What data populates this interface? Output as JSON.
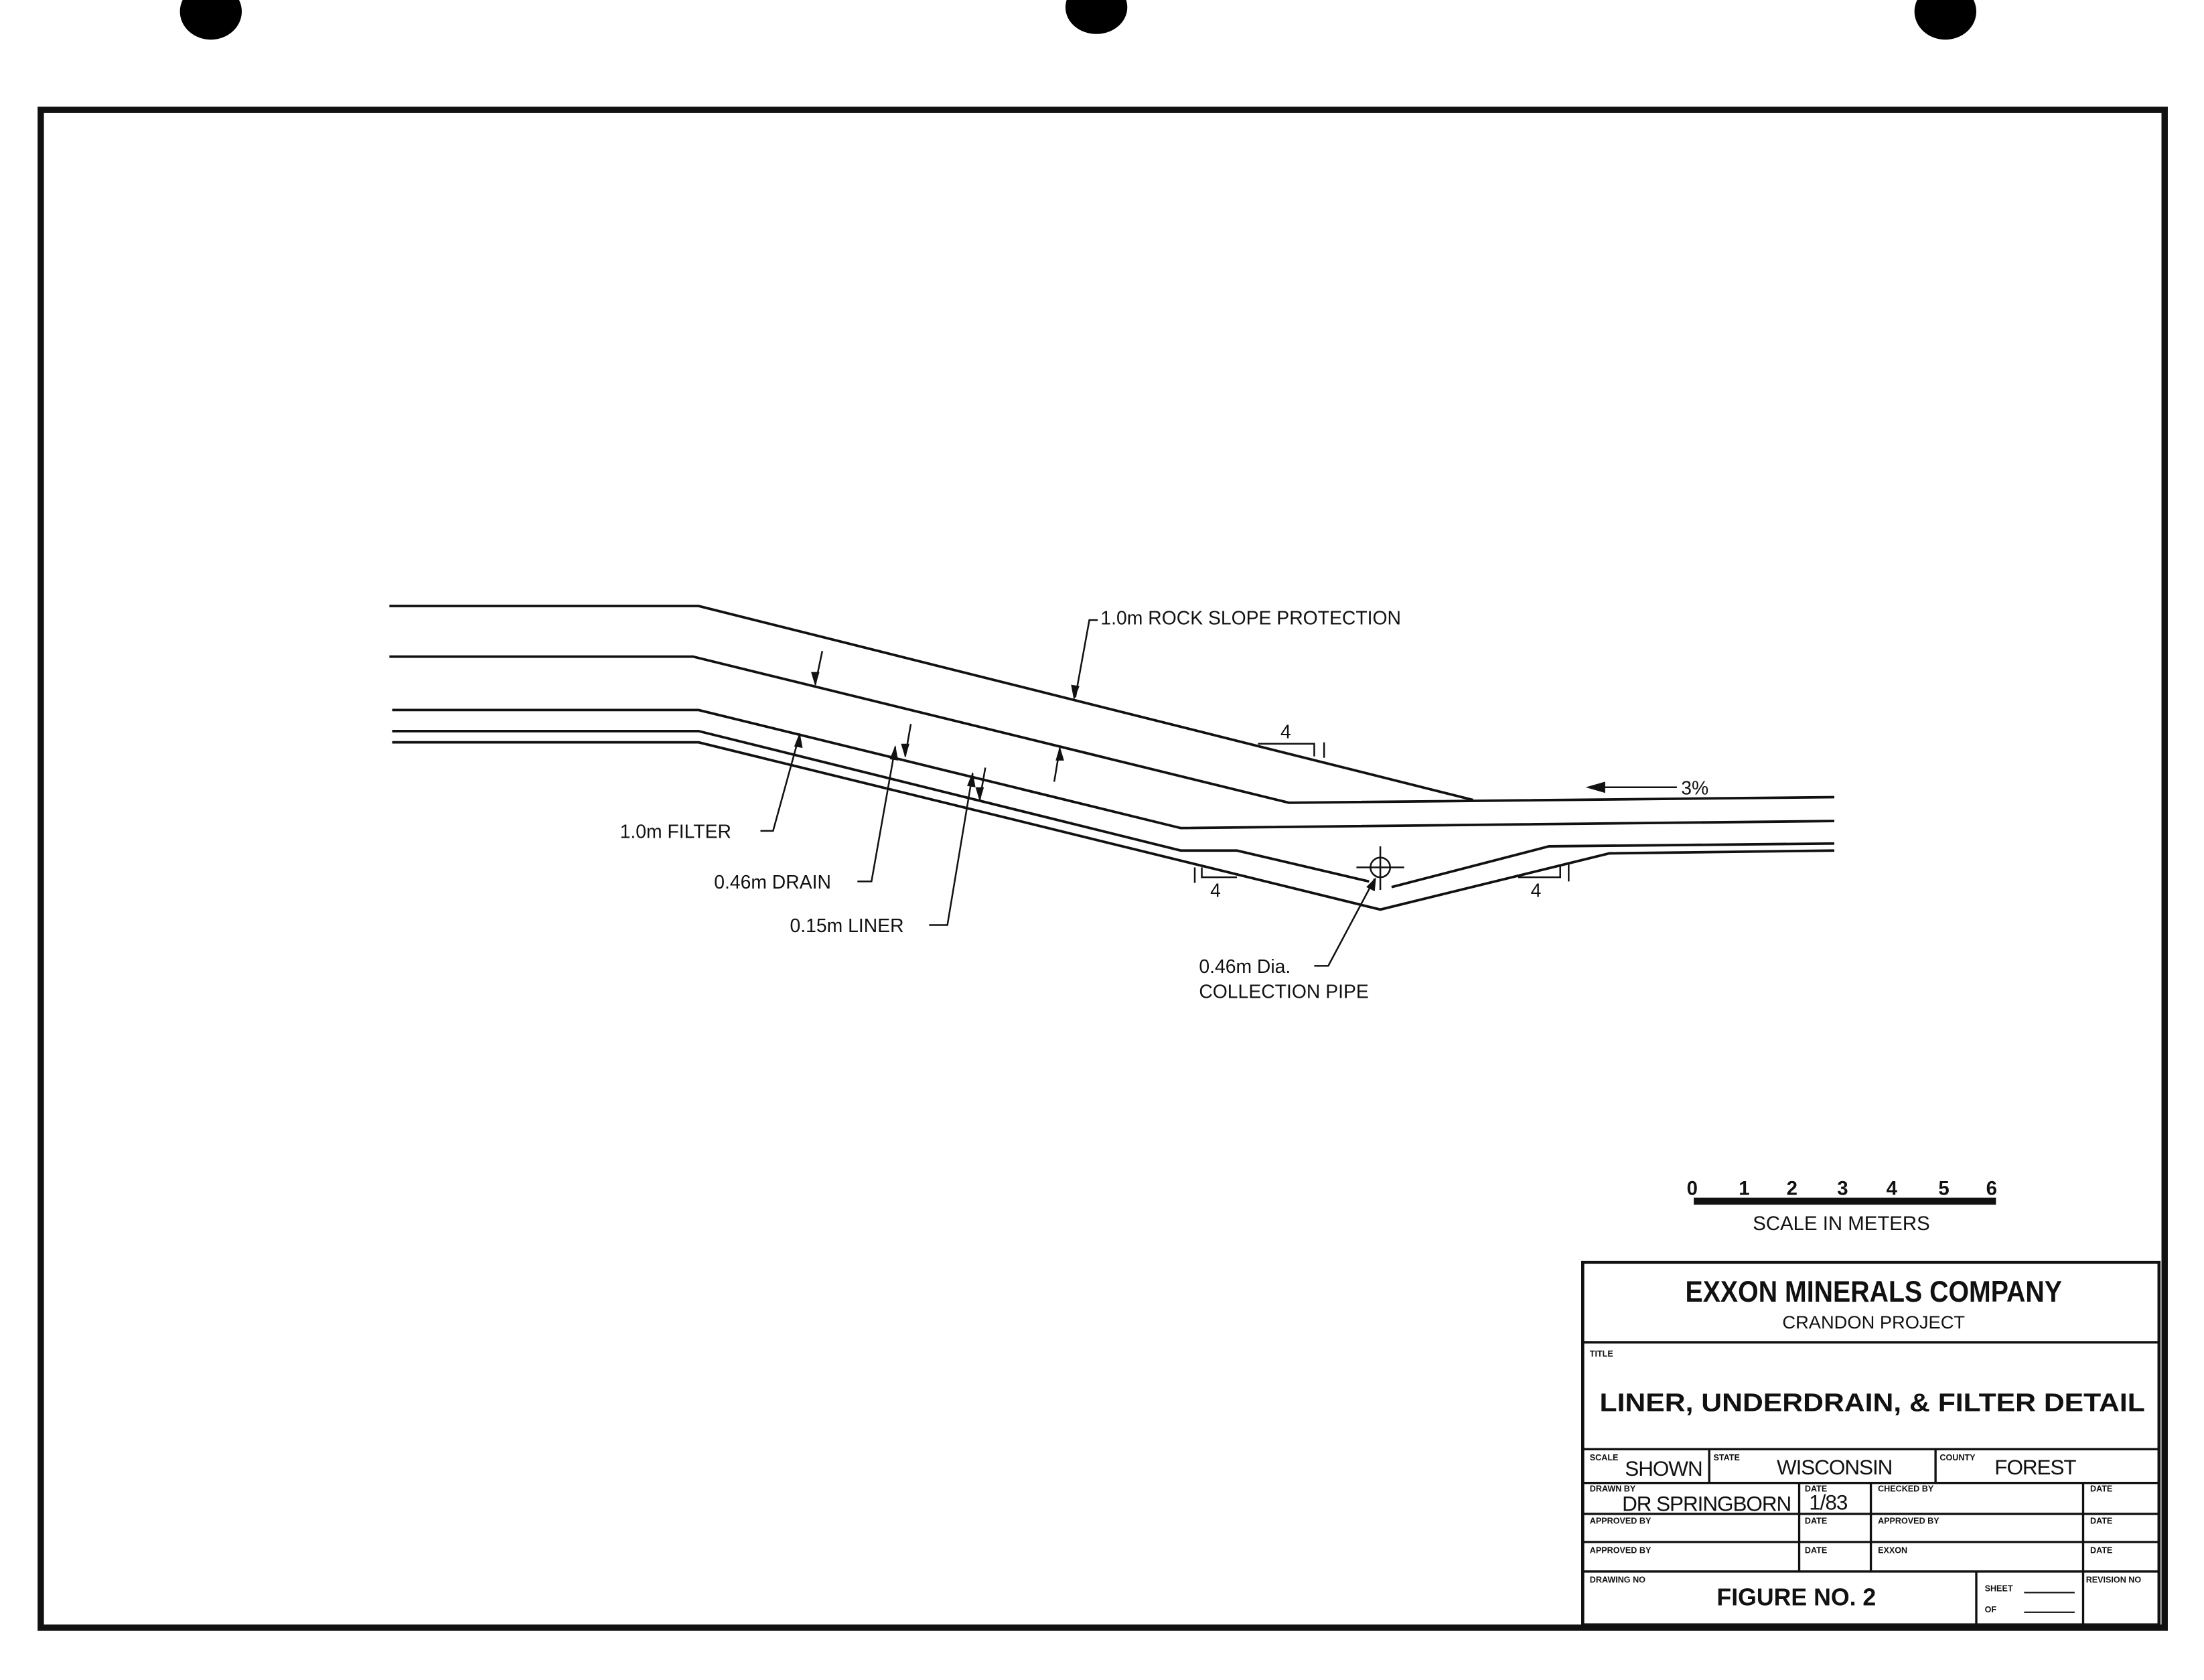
{
  "drawing": {
    "labels": {
      "rock": "1.0m ROCK SLOPE PROTECTION",
      "filter": "1.0m FILTER",
      "drain": "0.46m DRAIN",
      "liner": "0.15m LINER",
      "pipe_line1": "0.46m Dia.",
      "pipe_line2": "COLLECTION PIPE",
      "grade": "3%"
    },
    "slope_marks": {
      "upper_run": "4",
      "upper_rise": "1",
      "left_run": "4",
      "left_rise": "1",
      "right_run": "4",
      "right_rise": "1"
    }
  },
  "scale_bar": {
    "ticks": [
      "0",
      "1",
      "2",
      "3",
      "4",
      "5",
      "6"
    ],
    "caption": "SCALE IN METERS"
  },
  "title_block": {
    "company": "EXXON MINERALS COMPANY",
    "project": "CRANDON PROJECT",
    "title_caption": "TITLE",
    "title": "LINER, UNDERDRAIN, & FILTER DETAIL",
    "scale_caption": "SCALE",
    "scale": "SHOWN",
    "state_caption": "STATE",
    "state": "WISCONSIN",
    "county_caption": "COUNTY",
    "county": "FOREST",
    "drawn_by_caption": "DRAWN BY",
    "drawn_by": "DR SPRINGBORN",
    "date_caption": "DATE",
    "date": "1/83",
    "checked_by_caption": "CHECKED BY",
    "approved_by_caption": "APPROVED BY",
    "exxon_caption": "EXXON",
    "drawing_no_caption": "DRAWING NO",
    "drawing_no": "FIGURE NO. 2",
    "sheet_caption": "SHEET",
    "of_caption": "OF",
    "revision_caption": "REVISION NO"
  }
}
